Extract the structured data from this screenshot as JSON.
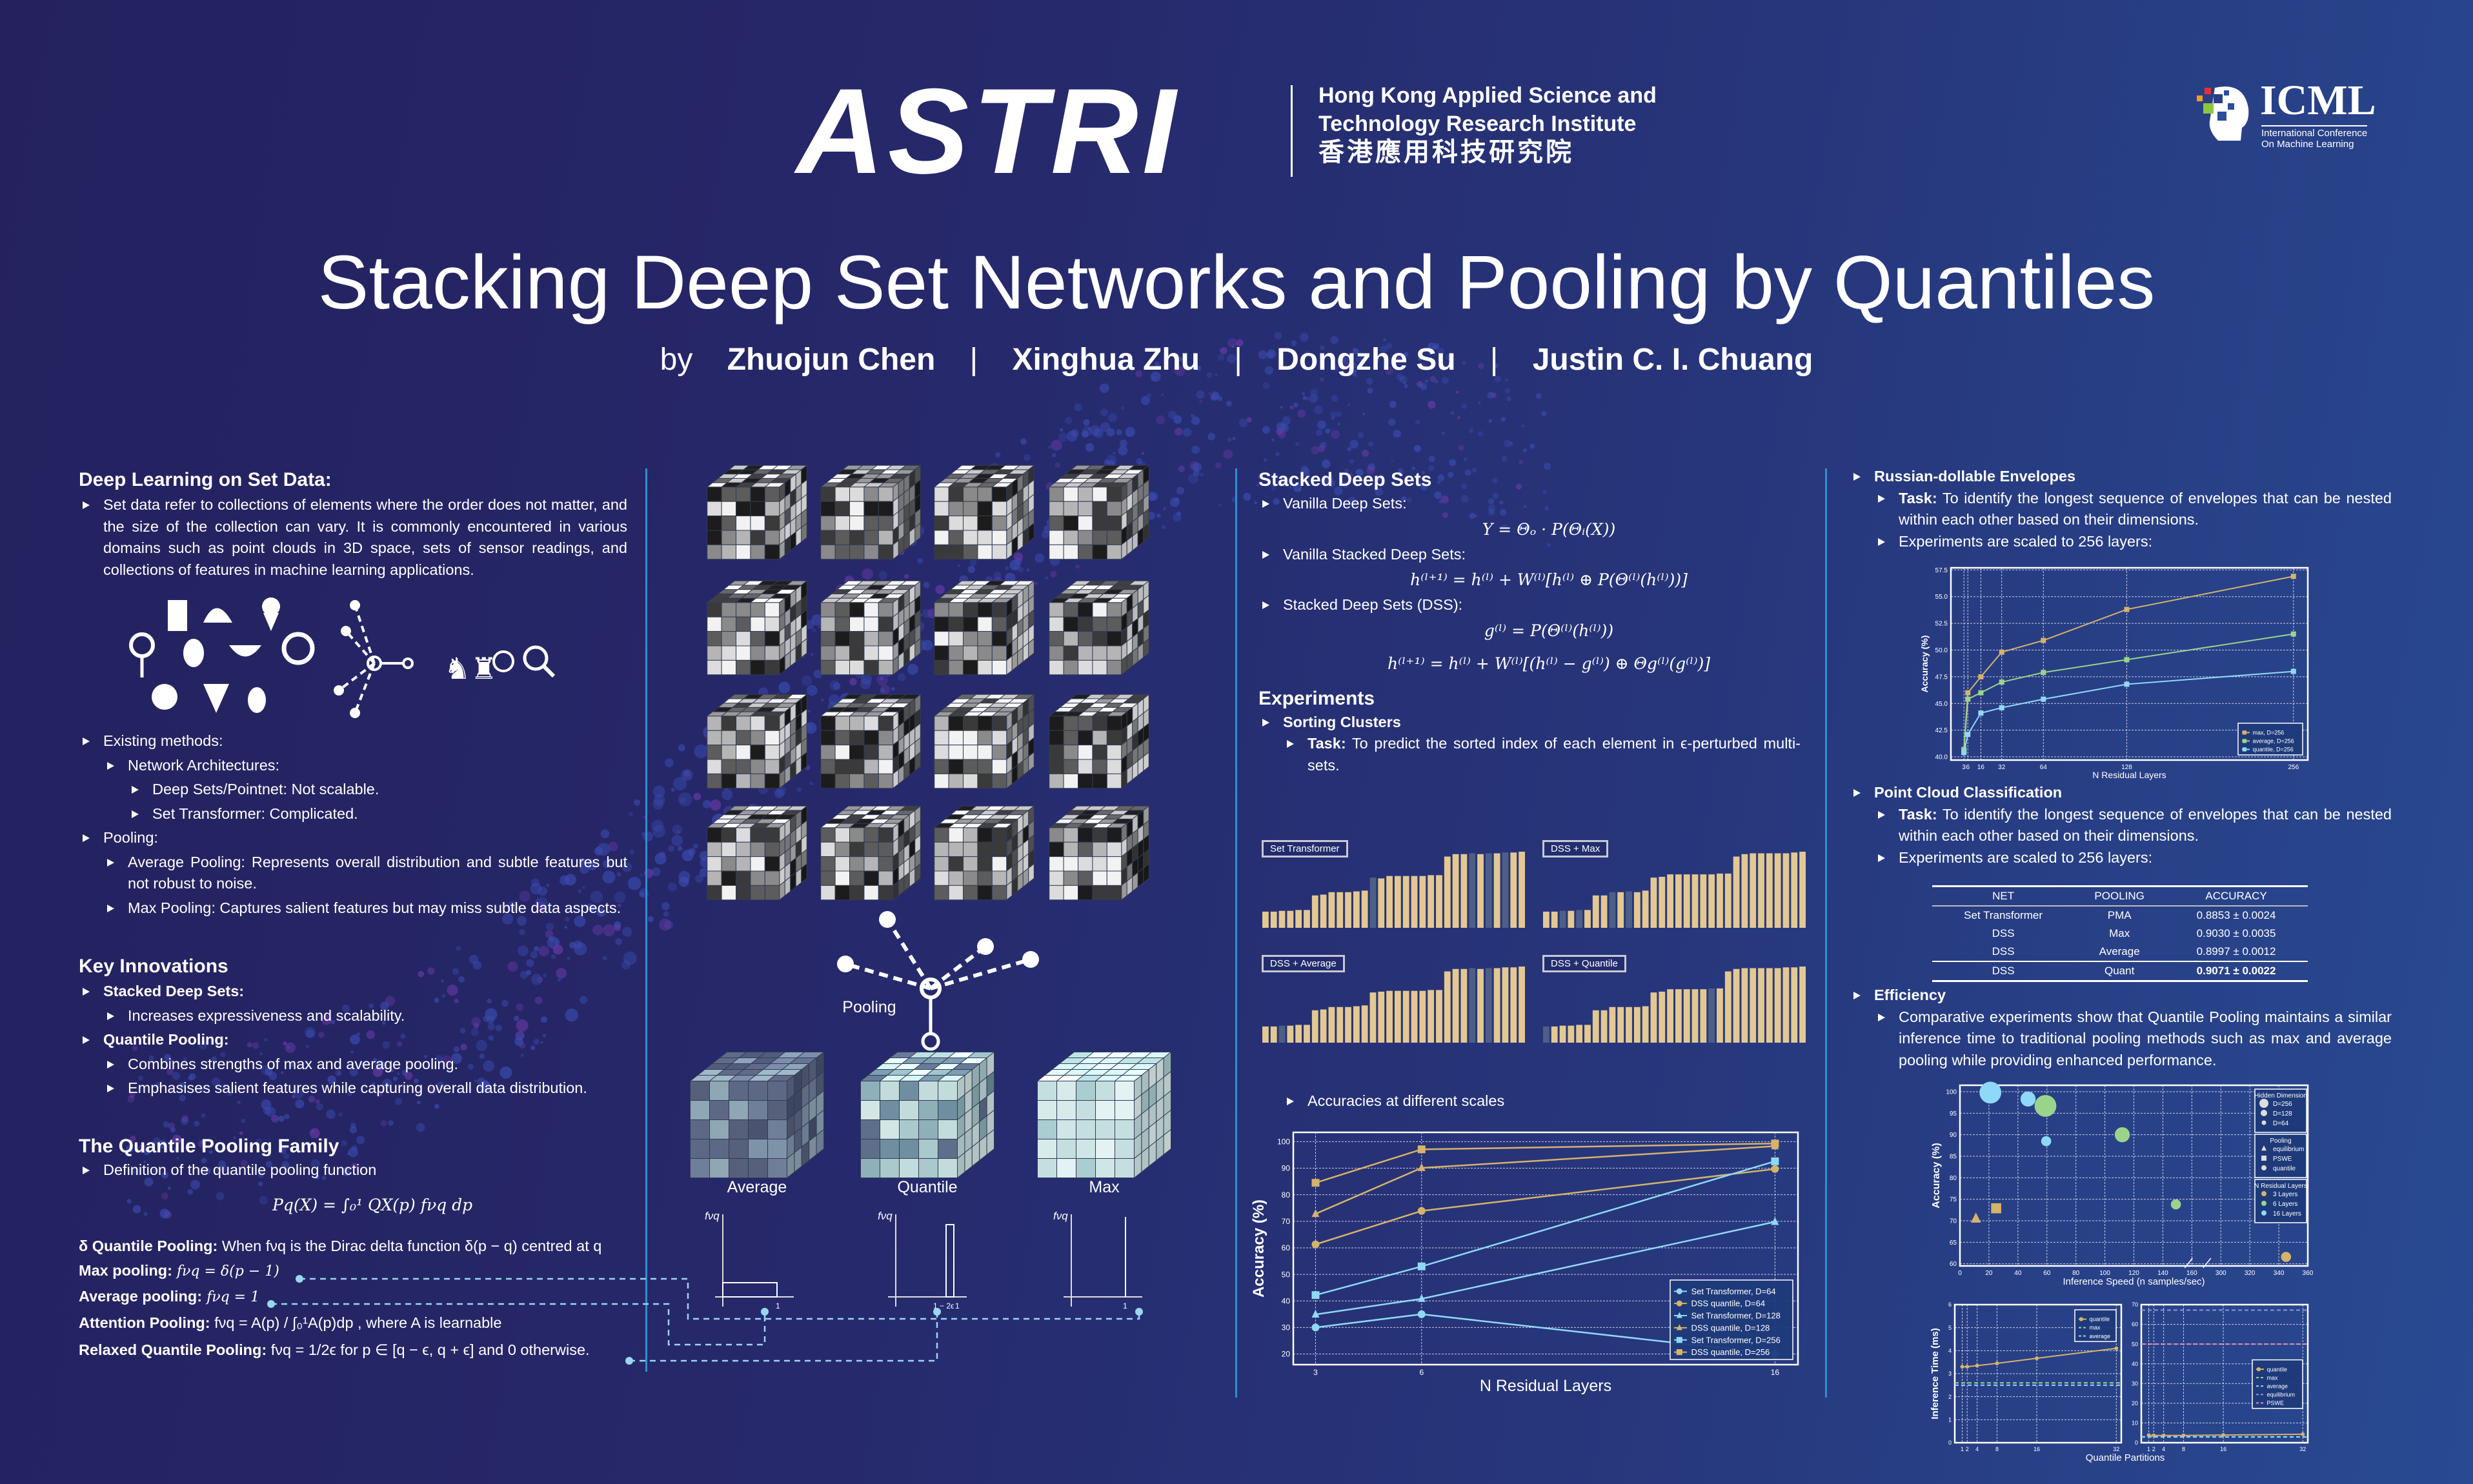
{
  "header": {
    "logo": "ASTRI",
    "institute_en_1": "Hong Kong Applied Science and",
    "institute_en_2": "Technology Research Institute",
    "institute_zh": "香港應用科技研究院",
    "conf_logo": "ICML",
    "conf_name_1": "International Conference",
    "conf_name_2": "On Machine Learning"
  },
  "title": "Stacking Deep Set Networks and Pooling by Quantiles",
  "authors": {
    "by": "by",
    "sep": "|",
    "names": [
      "Zhuojun Chen",
      "Xinghua Zhu",
      "Dongzhe Su",
      "Justin C. I. Chuang"
    ]
  },
  "left": {
    "s1_title": "Deep Learning on Set Data:",
    "s1_para": "Set data refer to collections of elements where the order does not matter, and the size of the collection can vary. It is commonly encountered in various domains such as point clouds in 3D space, sets of sensor readings, and collections of features in machine learning applications.",
    "existing": "Existing methods:",
    "arch": "Network Architectures:",
    "deepsets": "Deep Sets/Pointnet: Not scalable.",
    "settrans": "Set Transformer: Complicated.",
    "pooling": "Pooling:",
    "avgpool": "Average Pooling: Represents overall distribution and subtle features but not robust to noise.",
    "maxpool": "Max Pooling: Captures salient features but may miss subtle data aspects.",
    "s2_title": "Key Innovations",
    "sds": "Stacked Deep Sets:",
    "sds_1": "Increases expressiveness and scalability.",
    "qp": "Quantile Pooling:",
    "qp_1": "Combines strengths of max and average pooling.",
    "qp_2": "Emphasises salient features while capturing overall data distribution.",
    "s3_title": "The Quantile Pooling Family",
    "def": "Definition of the quantile pooling function",
    "def_formula": "Pq(X) = ∫₀¹ QX(p) fνq dp",
    "delta_label": "δ Quantile Pooling:",
    "delta_text": " When fνq is the Dirac delta function δ(p − q) centred at q",
    "max_label": "Max pooling:",
    "max_text": " fνq = δ(p − 1)",
    "avg_label": "Average pooling:",
    "avg_text": " fνq = 1",
    "att_label": "Attention Pooling:",
    "att_text": " fνq = A(p) / ∫₀¹A(p)dp , where A is learnable",
    "rel_label": "Relaxed Quantile Pooling:",
    "rel_text": " fνq = 1/2ϵ for p ∈ [q − ϵ, q + ϵ] and 0 otherwise."
  },
  "middle": {
    "pooling_label": "Pooling",
    "cube_labels": [
      "Average",
      "Quantile",
      "Max"
    ],
    "fvq": "fνq",
    "tick_one": "1",
    "tick_quant": "1 − 2ϵ"
  },
  "center": {
    "title": "Stacked Deep Sets",
    "vanilla": "Vanilla Deep Sets:",
    "eq1": "Y = Θₒ · P(Θᵢ(X))",
    "vsds": "Vanilla Stacked Deep Sets:",
    "eq2": "h⁽ˡ⁺¹⁾ = h⁽ˡ⁾ + W⁽ˡ⁾[h⁽ˡ⁾ ⊕ P(Θ⁽ˡ⁾(h⁽ˡ⁾))]",
    "dss": "Stacked Deep Sets (DSS):",
    "eq3": "g⁽ˡ⁾ = P(Θ⁽ˡ⁾(h⁽ˡ⁾))",
    "eq4": "h⁽ˡ⁺¹⁾ = h⁽ˡ⁾ + W⁽ˡ⁾[(h⁽ˡ⁾ − g⁽ˡ⁾) ⊕ Θg⁽ˡ⁾(g⁽ˡ⁾)]",
    "exp_title": "Experiments",
    "sorting": "Sorting Clusters",
    "task_bold": "Task:",
    "task_text": " To predict the sorted index of each element in ϵ-perturbed multi-sets.",
    "acc_scales": "Accuracies at different scales"
  },
  "right": {
    "russian": "Russian-dollable Envelopes",
    "task_bold": "Task:",
    "task_text": " To identify the longest sequence of envelopes that can be nested within each other based on their dimensions.",
    "scaled": "Experiments are scaled to 256 layers:",
    "pointcloud": "Point Cloud Classification",
    "task2_text": " To identify the longest sequence of envelopes that can be nested within each other based on their dimensions.",
    "scaled2": "Experiments are scaled to 256 layers:",
    "table": {
      "headers": [
        "NET",
        "POOLING",
        "ACCURACY"
      ],
      "rows": [
        [
          "Set Transformer",
          "PMA",
          "0.8853 ± 0.0024"
        ],
        [
          "DSS",
          "Max",
          "0.9030 ± 0.0035"
        ],
        [
          "DSS",
          "Average",
          "0.8997 ± 0.0012"
        ],
        [
          "DSS",
          "Quant",
          "0.9071 ± 0.0022"
        ]
      ]
    },
    "efficiency": "Efficiency",
    "eff_text": "Comparative experiments show that Quantile Pooling maintains a similar inference time to traditional pooling methods such as max and average pooling while providing enhanced performance."
  },
  "colors": {
    "gold": "#d6b36a",
    "blue": "#8fd8f7",
    "green": "#9ad48b",
    "pink": "#f08cb4",
    "navy": "#2a3f8a",
    "bar": "#e3c892",
    "bar_wrong": "#4d5f86"
  },
  "chart_data": [
    {
      "id": "sorting",
      "type": "bar",
      "panels": [
        {
          "label": "Set Transformer",
          "values": [
            1,
            1,
            1.05,
            1.05,
            1.1,
            1.1,
            2,
            2.05,
            2.2,
            2.2,
            2.2,
            2.25,
            2.3,
            3.1,
            3.05,
            3.2,
            3.2,
            3.2,
            3.2,
            3.2,
            3.25,
            3.25,
            4.4,
            4.55,
            4.55,
            4.6,
            4.55,
            4.6,
            4.6,
            4.65,
            4.65,
            4.7
          ],
          "misplaced": [
            13,
            25,
            27,
            29
          ]
        },
        {
          "label": "DSS + Max",
          "values": [
            1,
            1,
            1.05,
            1.05,
            1.1,
            1.1,
            2,
            2,
            2.2,
            2.2,
            2.25,
            2.2,
            2.3,
            3.1,
            3.15,
            3.3,
            3.3,
            3.3,
            3.3,
            3.3,
            3.3,
            3.35,
            3.35,
            4.4,
            4.55,
            4.6,
            4.6,
            4.6,
            4.6,
            4.6,
            4.65,
            4.7
          ],
          "misplaced": [
            2,
            4,
            8,
            10
          ]
        },
        {
          "label": "DSS + Average",
          "values": [
            1,
            1,
            1.05,
            1.05,
            1.1,
            1.1,
            2,
            2.05,
            2.2,
            2.2,
            2.2,
            2.25,
            2.3,
            3.1,
            3.15,
            3.2,
            3.2,
            3.2,
            3.2,
            3.2,
            3.25,
            3.25,
            4.4,
            4.55,
            4.55,
            4.6,
            4.55,
            4.6,
            4.6,
            4.65,
            4.65,
            4.7
          ],
          "misplaced": [
            2,
            25,
            27
          ]
        },
        {
          "label": "DSS + Quantile",
          "values": [
            1,
            1,
            1.05,
            1.05,
            1.1,
            1.1,
            2,
            2,
            2.2,
            2.2,
            2.2,
            2.2,
            2.25,
            3.1,
            3.15,
            3.3,
            3.3,
            3.3,
            3.3,
            3.3,
            3.35,
            3.35,
            4.4,
            4.55,
            4.6,
            4.6,
            4.6,
            4.6,
            4.6,
            4.65,
            4.65,
            4.7
          ],
          "misplaced": [
            0,
            20
          ]
        }
      ]
    },
    {
      "id": "scales",
      "type": "line",
      "xlabel": "N Residual Layers",
      "ylabel": "Accuracy (%)",
      "x": [
        3,
        6,
        16
      ],
      "xlim": [
        2.37,
        16.65
      ],
      "ylim": [
        16,
        103.5
      ],
      "xticks": [
        3,
        6,
        16
      ],
      "yticks": [
        20,
        30,
        40,
        50,
        60,
        70,
        80,
        90,
        100
      ],
      "legend": "lower-right",
      "series": [
        {
          "name": "Set Transformer, D=64",
          "marker": "circle",
          "color": "#8fd8f7",
          "values": [
            30,
            35,
            20
          ]
        },
        {
          "name": "DSS quantile, D=64",
          "marker": "circle",
          "color": "#d6b36a",
          "values": [
            61.3,
            73.9,
            89.7
          ]
        },
        {
          "name": "Set Transformer, D=128",
          "marker": "triangle",
          "color": "#8fd8f7",
          "values": [
            34.9,
            40.8,
            69.8
          ]
        },
        {
          "name": "DSS quantile, D=128",
          "marker": "triangle",
          "color": "#d6b36a",
          "values": [
            72.8,
            90.1,
            98.3
          ]
        },
        {
          "name": "Set Transformer, D=256",
          "marker": "square",
          "color": "#8fd8f7",
          "values": [
            42.2,
            53,
            92.6
          ]
        },
        {
          "name": "DSS quantile, D=256",
          "marker": "square",
          "color": "#d6b36a",
          "values": [
            84.5,
            97.1,
            99.3
          ]
        }
      ]
    },
    {
      "id": "envelopes",
      "type": "line",
      "xlabel": "N Residual Layers",
      "ylabel": "Accuracy (%)",
      "x": [
        3,
        6,
        16,
        32,
        64,
        128,
        256
      ],
      "xlim": [
        -7,
        267
      ],
      "ylim": [
        39.7,
        57.7
      ],
      "xticks": [
        3,
        6,
        16,
        32,
        64,
        128,
        256
      ],
      "yticks": [
        40,
        42.5,
        45,
        47.5,
        50,
        52.5,
        55,
        57.5
      ],
      "ytick_labels": [
        "40.0",
        "42.5",
        "45.0",
        "47.5",
        "50.0",
        "52.5",
        "55.0",
        "57.5"
      ],
      "legend": "lower-right",
      "series": [
        {
          "name": "max, D=256",
          "marker": "square",
          "color": "#d6b36a",
          "values": [
            40.7,
            46.0,
            47.5,
            49.8,
            50.9,
            53.8,
            56.9
          ]
        },
        {
          "name": "average, D=256",
          "marker": "square",
          "color": "#9ad48b",
          "values": [
            40.6,
            45.4,
            46.0,
            47.0,
            47.9,
            49.1,
            51.5
          ]
        },
        {
          "name": "quantile, D=256",
          "marker": "square",
          "color": "#8fd8f7",
          "values": [
            40.4,
            42.1,
            44.1,
            44.6,
            45.4,
            46.8,
            48.0
          ]
        }
      ]
    },
    {
      "id": "speed",
      "type": "scatter",
      "xlabel": "Inference Speed (n samples/sec)",
      "ylabel": "Accuracy (%)",
      "x_axis_break": [
        160,
        300
      ],
      "xlim": [
        0,
        360
      ],
      "ylim": [
        59.5,
        101.5
      ],
      "xticks": [
        0,
        20,
        40,
        60,
        80,
        100,
        120,
        140,
        160,
        300,
        320,
        340,
        360
      ],
      "yticks": [
        60,
        65,
        70,
        75,
        80,
        85,
        90,
        95,
        100
      ],
      "legend_groups": [
        {
          "title": "Hidden Dimension",
          "items": [
            "D=256",
            "D=128",
            "D=64"
          ]
        },
        {
          "title": "Pooling",
          "items": [
            "equilibrium",
            "PSWE",
            "quantile"
          ]
        },
        {
          "title": "N Residual Layers",
          "items": [
            "3 Layers",
            "6 Layers",
            "16 Layers"
          ]
        }
      ],
      "points": [
        {
          "x": 21,
          "y": 99.8,
          "layers": 16,
          "dim": 256,
          "pooling": "quantile"
        },
        {
          "x": 47,
          "y": 98.3,
          "layers": 16,
          "dim": 128,
          "pooling": "quantile"
        },
        {
          "x": 59,
          "y": 96.7,
          "layers": 6,
          "dim": 256,
          "pooling": "quantile"
        },
        {
          "x": 59.5,
          "y": 88.5,
          "layers": 16,
          "dim": 64,
          "pooling": "quantile"
        },
        {
          "x": 112,
          "y": 90,
          "layers": 6,
          "dim": 128,
          "pooling": "quantile"
        },
        {
          "x": 149,
          "y": 73.8,
          "layers": 6,
          "dim": 64,
          "pooling": "quantile"
        },
        {
          "x": 345,
          "y": 61.6,
          "layers": 3,
          "dim": 64,
          "pooling": "quantile"
        },
        {
          "x": 11,
          "y": 70.5,
          "layers": 3,
          "dim": 64,
          "pooling": "equilibrium"
        },
        {
          "x": 25,
          "y": 72.9,
          "layers": 3,
          "dim": 64,
          "pooling": "PSWE"
        }
      ]
    },
    {
      "id": "time_a",
      "type": "line",
      "xlabel": "Quantile Partitions",
      "ylabel": "Inference Time (ms)",
      "x": [
        1,
        2,
        4,
        8,
        16,
        32
      ],
      "xlim": [
        -0.5,
        33
      ],
      "ylim": [
        0,
        6
      ],
      "xticks": [
        1,
        2,
        4,
        8,
        16,
        32
      ],
      "yticks": [
        0,
        1,
        2,
        3,
        4,
        5,
        6
      ],
      "legend": "top-right",
      "series": [
        {
          "name": "quantile",
          "marker": "circle",
          "color": "#d6b36a",
          "values": [
            3.3,
            3.3,
            3.35,
            3.45,
            3.67,
            4.1
          ]
        },
        {
          "name": "max",
          "hline": 2.6,
          "color": "#9ad48b"
        },
        {
          "name": "average",
          "hline": 2.5,
          "color": "#8fd8f7"
        }
      ]
    },
    {
      "id": "time_b",
      "type": "line",
      "xlabel": "",
      "ylabel": "",
      "x": [
        1,
        2,
        4,
        8,
        16,
        32
      ],
      "xlim": [
        -0.5,
        33
      ],
      "ylim": [
        0,
        70
      ],
      "xticks": [
        1,
        2,
        4,
        8,
        16,
        32
      ],
      "yticks": [
        0,
        10,
        20,
        30,
        40,
        50,
        60,
        70
      ],
      "legend": "center-right",
      "series": [
        {
          "name": "quantile",
          "marker": "circle",
          "color": "#d6b36a",
          "values": [
            3.8,
            3.7,
            3.7,
            3.7,
            3.9,
            4.3
          ]
        },
        {
          "name": "max",
          "hline": 3.0,
          "color": "#9ad48b"
        },
        {
          "name": "average",
          "hline": 2.9,
          "color": "#8fd8f7"
        },
        {
          "name": "equilibrium",
          "hline": 67.2,
          "color": "#8a9ad8"
        },
        {
          "name": "PSWE",
          "hline": 50,
          "color": "#f08cb4"
        }
      ]
    }
  ]
}
